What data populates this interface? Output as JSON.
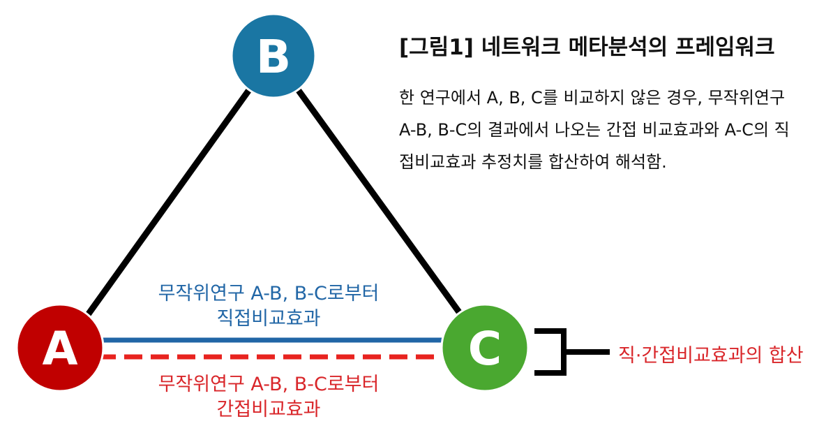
{
  "title": "[그림1] 네트워크 메타분석의 프레임워크",
  "description": {
    "line1": "한 연구에서 A, B, C를 비교하지 않은 경우, 무작위연구",
    "line2": "A-B, B-C의 결과에서 나오는 간접 비교효과와 A-C의 직",
    "line3": "접비교효과 추정치를 합산하여 해석함."
  },
  "nodes": {
    "a": {
      "label": "A",
      "color": "#c00000"
    },
    "b": {
      "label": "B",
      "color": "#1a76a3"
    },
    "c": {
      "label": "C",
      "color": "#4aa830"
    }
  },
  "labels": {
    "direct_line1": "무작위연구 A-B, B-C로부터",
    "direct_line2": "직접비교효과",
    "indirect_line1": "무작위연구 A-B, B-C로부터",
    "indirect_line2": "간접비교효과",
    "combined": "직·간접비교효과의 합산"
  },
  "colors": {
    "edge": "#000000",
    "direct_line": "#2166a6",
    "indirect_line": "#e8231f",
    "direct_text": "#2166a6",
    "indirect_text": "#d9262a"
  }
}
